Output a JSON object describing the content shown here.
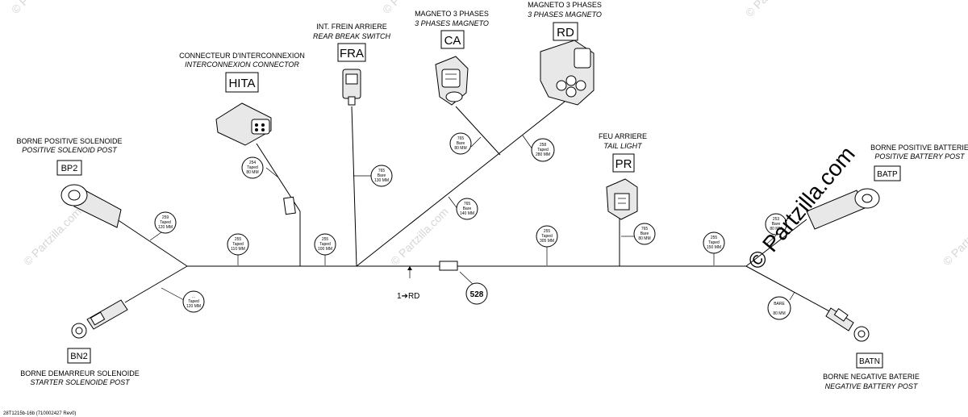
{
  "watermark": {
    "small_text": "© Partzilla.com",
    "big_text": "© Partzilla.com"
  },
  "connectors": {
    "hita": {
      "line1": "CONNECTEUR D'INTERCONNEXION",
      "line2": "INTERCONNEXION CONNECTOR",
      "code": "HITA"
    },
    "fra": {
      "line1": "INT. FREIN ARRIERE",
      "line2": "REAR BREAK SWITCH",
      "code": "FRA"
    },
    "ca": {
      "line1": "MAGNETO 3 PHASES",
      "line2": "3 PHASES MAGNETO",
      "code": "CA"
    },
    "rd": {
      "line1": "MAGNETO 3 PHASES",
      "line2": "3 PHASES MAGNETO",
      "code": "RD"
    },
    "pr": {
      "line1": "FEU ARRIERE",
      "line2": "TAIL LIGHT",
      "code": "PR"
    },
    "bp2": {
      "line1": "BORNE POSITIVE SOLENOIDE",
      "line2": "POSITIVE SOLENOID POST",
      "code": "BP2"
    },
    "batp": {
      "line1": "BORNE POSITIVE  BATTERIE",
      "line2": "POSITIVE BATTERY POST",
      "code": "BATP"
    },
    "bn2": {
      "line1": "BORNE DEMARREUR SOLENOIDE",
      "line2": "STARTER SOLENOIDE POST",
      "code": "BN2"
    },
    "batn": {
      "line1": "BORNE NEGATIVE BATERIE",
      "line2": "NEGATIVE BATTERY POST",
      "code": "BATN"
    }
  },
  "callouts": {
    "c1": {
      "num": "254",
      "kind": "Taped",
      "len": "80 MM"
    },
    "c2": {
      "num": "765",
      "kind": "Bare",
      "len": "130 MM"
    },
    "c3": {
      "num": "765",
      "kind": "Bare",
      "len": "80 MM"
    },
    "c4": {
      "num": "258",
      "kind": "Taped",
      "len": "280 MM"
    },
    "c5": {
      "num": "765",
      "kind": "Bare",
      "len": "140 MM"
    },
    "c6": {
      "num": "259",
      "kind": "Taped",
      "len": "120 MM"
    },
    "c7": {
      "num": "255",
      "kind": "Taped",
      "len": "110 MM"
    },
    "c8": {
      "num": "255",
      "kind": "Taped",
      "len": "100 MM"
    },
    "c9": {
      "num": "255",
      "kind": "Taped",
      "len": "305 MM"
    },
    "c10": {
      "num": "765",
      "kind": "Bare",
      "len": "80 MM"
    },
    "c11": {
      "num": "255",
      "kind": "Taped",
      "len": "150 MM"
    },
    "c12": {
      "num": "253",
      "kind": "Bare",
      "len": "80 MM"
    },
    "c13": {
      "num": "...",
      "kind": "Taped",
      "len": "120 MM"
    },
    "c14": {
      "num": "BARE",
      "kind": "",
      "len": "80 MM"
    }
  },
  "center": {
    "direction_label": "1➔RD",
    "part_number": "528"
  },
  "footer": "28T1215b-16b (710002427 Rev0)"
}
